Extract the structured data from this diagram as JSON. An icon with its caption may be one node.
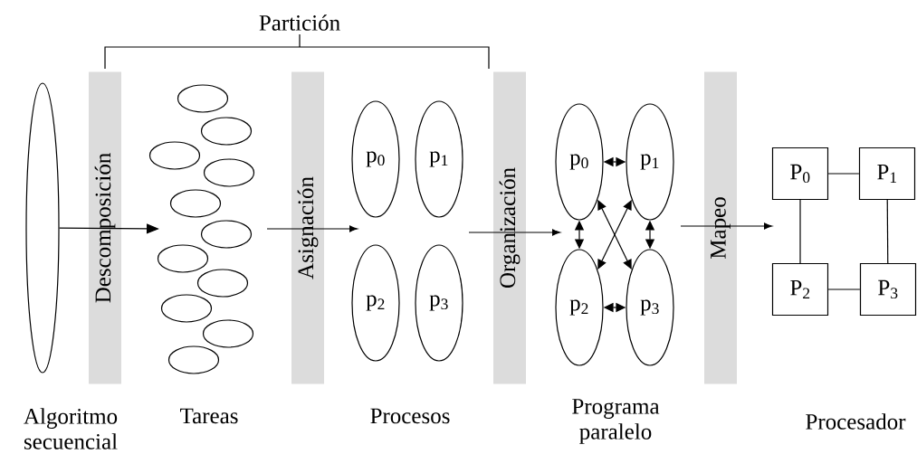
{
  "diagram": {
    "nodes": [
      {
        "text": [],
        "shape": "ellipse",
        "beside": [
          "Algoritmo secuencial"
        ]
      },
      {
        "text": [
          "Descomposición"
        ]
      },
      {
        "text": [],
        "shape": "ellipse"
      },
      {
        "text": [],
        "shape": "ellipse"
      },
      {
        "text": [],
        "shape": "ellipse"
      },
      {
        "text": [],
        "shape": "ellipse"
      },
      {
        "text": [],
        "shape": "ellipse"
      },
      {
        "text": [],
        "shape": "ellipse"
      },
      {
        "text": [],
        "shape": "ellipse"
      },
      {
        "text": [],
        "shape": "ellipse"
      },
      {
        "text": [],
        "shape": "ellipse"
      },
      {
        "text": [],
        "shape": "ellipse"
      },
      {
        "text": [],
        "shape": "ellipse"
      },
      {
        "text": [
          "Asignación"
        ]
      },
      {
        "text": [
          "p$_{0}$"
        ]
      },
      {
        "text": [
          "p$_{1}$"
        ]
      },
      {
        "text": [
          "p$_{2}$"
        ]
      },
      {
        "text": [
          "p$_{3}$"
        ]
      },
      {
        "text": [
          "Organización"
        ]
      },
      {
        "text": [
          "p$_{0}$"
        ]
      },
      {
        "text": [
          "p$_{1}$"
        ]
      },
      {
        "text": [
          "p$_{2}$"
        ]
      },
      {
        "text": [
          "p$_{3}$"
        ]
      },
      {
        "text": [
          "Mapeo"
        ]
      },
      {
        "text": [
          "P$_{0}$"
        ]
      },
      {
        "text": [
          "P$_{1}$"
        ]
      },
      {
        "text": [
          "P$_{2}$"
        ]
      },
      {
        "text": [
          "P$_{3}$"
        ]
      }
    ],
    "edges": [
      {
        "from": 0,
        "to": null,
        "arrow": "to"
      },
      {
        "from": 19,
        "to": 20,
        "arrow": "both"
      },
      {
        "from": 19,
        "to": 21,
        "arrow": "both"
      },
      {
        "from": 19,
        "to": 22,
        "arrow": "both"
      },
      {
        "from": 20,
        "to": 21,
        "arrow": "both"
      },
      {
        "from": 20,
        "to": 22,
        "arrow": "both"
      },
      {
        "from": 21,
        "to": 22,
        "arrow": "both"
      },
      {
        "from": 24,
        "to": 25,
        "arrow": "none"
      },
      {
        "from": 24,
        "to": 26,
        "arrow": "none"
      },
      {
        "from": 25,
        "to": 27,
        "arrow": "none"
      },
      {
        "from": 26,
        "to": 27,
        "arrow": "none"
      }
    ],
    "labels": [
      "Partición",
      "Tareas",
      "Procesos",
      "Programa paralelo",
      "Procesador"
    ]
  }
}
